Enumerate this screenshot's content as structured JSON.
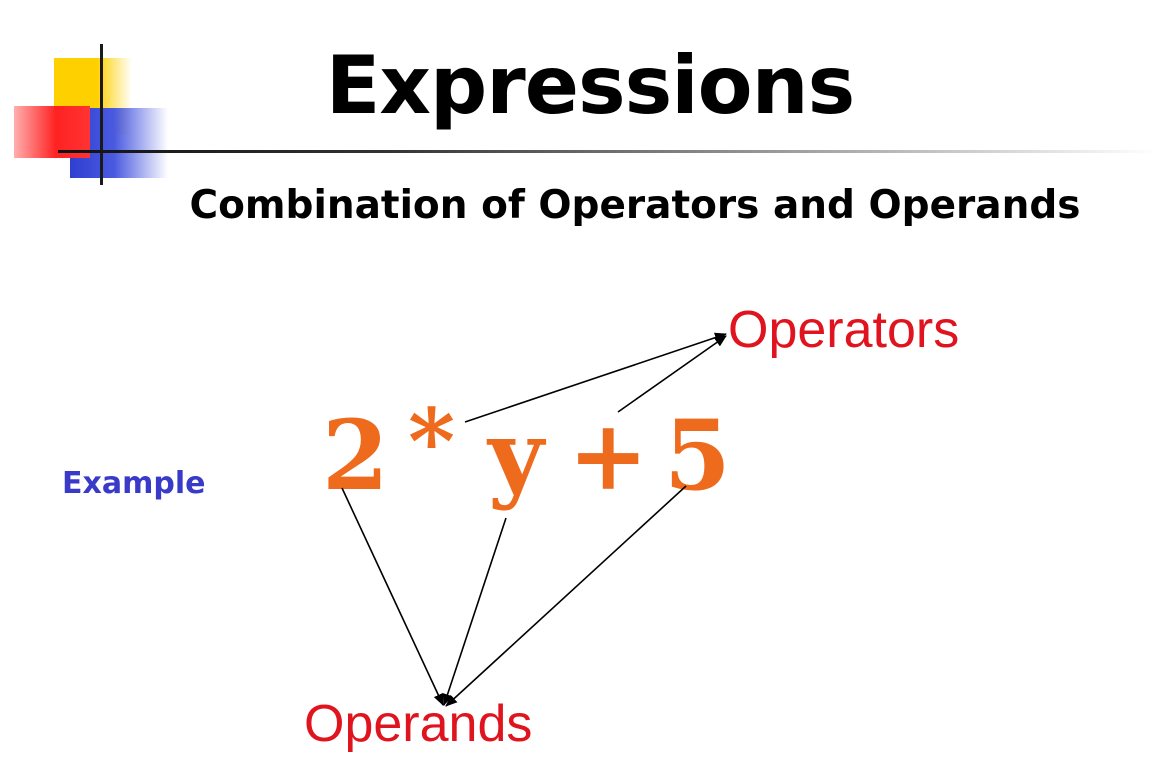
{
  "slide": {
    "title": "Expressions",
    "subtitle": "Combination of Operators and Operands",
    "example_label": "Example",
    "expression_tokens": [
      "2",
      "*",
      "y",
      "+",
      "5"
    ],
    "operators_label": "Operators",
    "operands_label": "Operands"
  },
  "colors": {
    "expression": "#ee6a1c",
    "labels": "#e0141e",
    "example": "#3a3ac8",
    "arrows": "#000000"
  }
}
